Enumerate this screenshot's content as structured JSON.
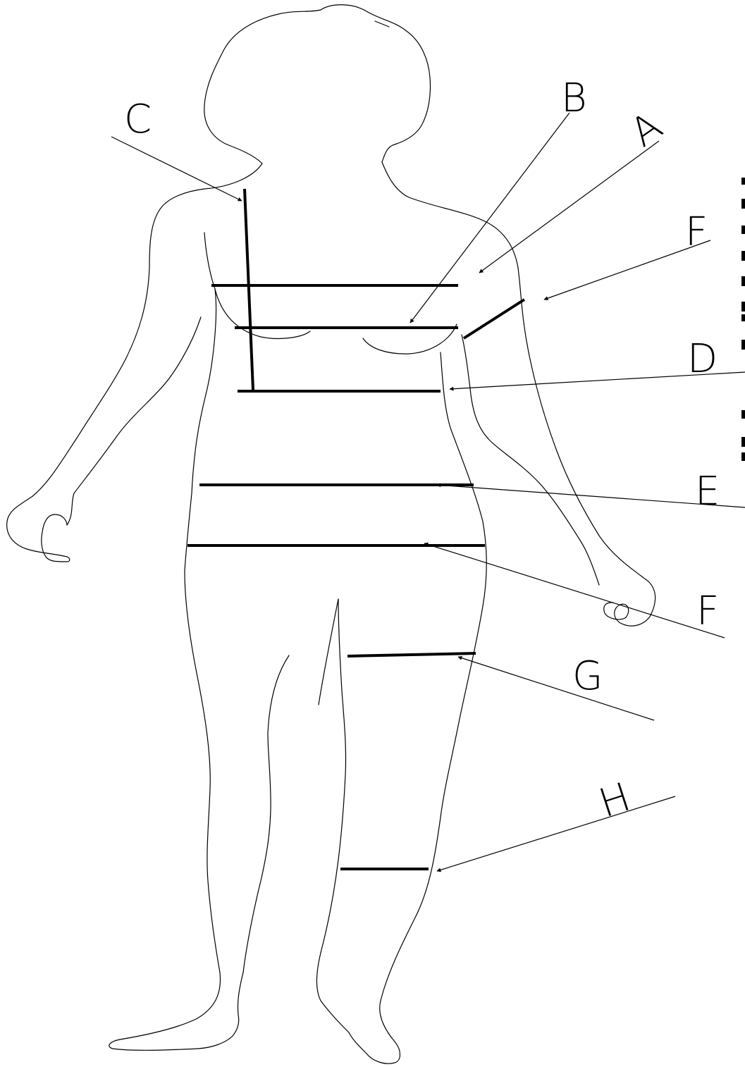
{
  "labels": {
    "A": "A",
    "B": "B",
    "C": "C",
    "D": "D",
    "E": "E",
    "F_arm": "F",
    "F_hip": "F",
    "G": "G",
    "H": "H"
  },
  "colors": {
    "ink": "#000000",
    "background": "#ffffff"
  }
}
